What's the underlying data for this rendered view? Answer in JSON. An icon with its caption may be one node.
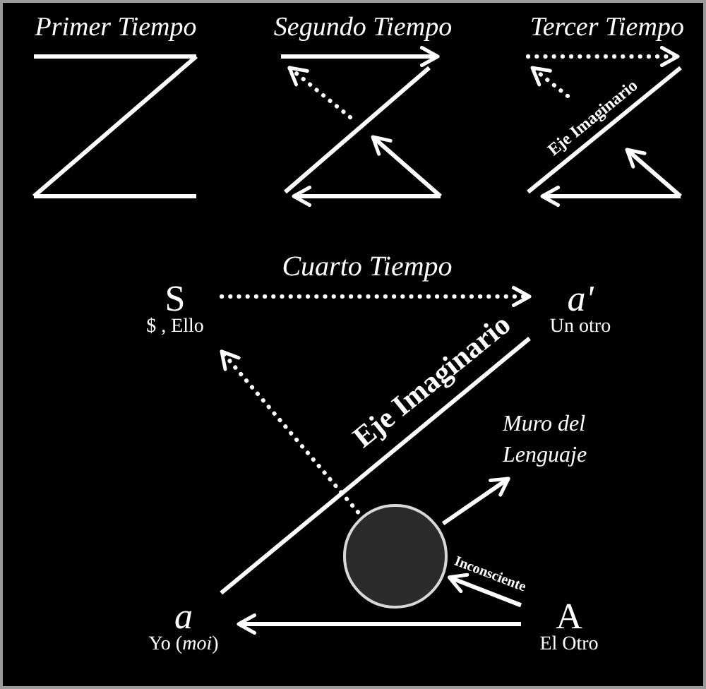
{
  "diagram": {
    "nodes": [
      {
        "text": [
          "S",
          "$ , Ello"
        ]
      },
      {
        "text": [
          "a'",
          "Un otro"
        ]
      },
      {
        "text": [
          "a",
          "Yo (*moi*)"
        ]
      },
      {
        "text": [
          "A",
          "El Otro"
        ]
      },
      {
        "text": [],
        "shape": "circle"
      },
      {
        "text": [
          "Muro del Lenguaje"
        ]
      }
    ],
    "edges": [
      {
        "from": 0,
        "to": 1,
        "arrow": "to",
        "style": "dashed"
      },
      {
        "from": 2,
        "to": 1,
        "arrow": "none",
        "label": "Eje Imaginario"
      },
      {
        "from": 3,
        "to": 2,
        "arrow": "to"
      },
      {
        "from": 3,
        "to": 4,
        "arrow": "to",
        "label": "Inconsciente"
      },
      {
        "from": 4,
        "to": 0,
        "arrow": "to",
        "style": "dashed"
      },
      {
        "from": 4,
        "to": 5,
        "arrow": "to"
      }
    ],
    "labels": [
      "Primer Tiempo",
      "Segundo Tiempo",
      "Tercer Tiempo",
      "Eje Imaginario",
      "Cuarto Tiempo"
    ]
  }
}
